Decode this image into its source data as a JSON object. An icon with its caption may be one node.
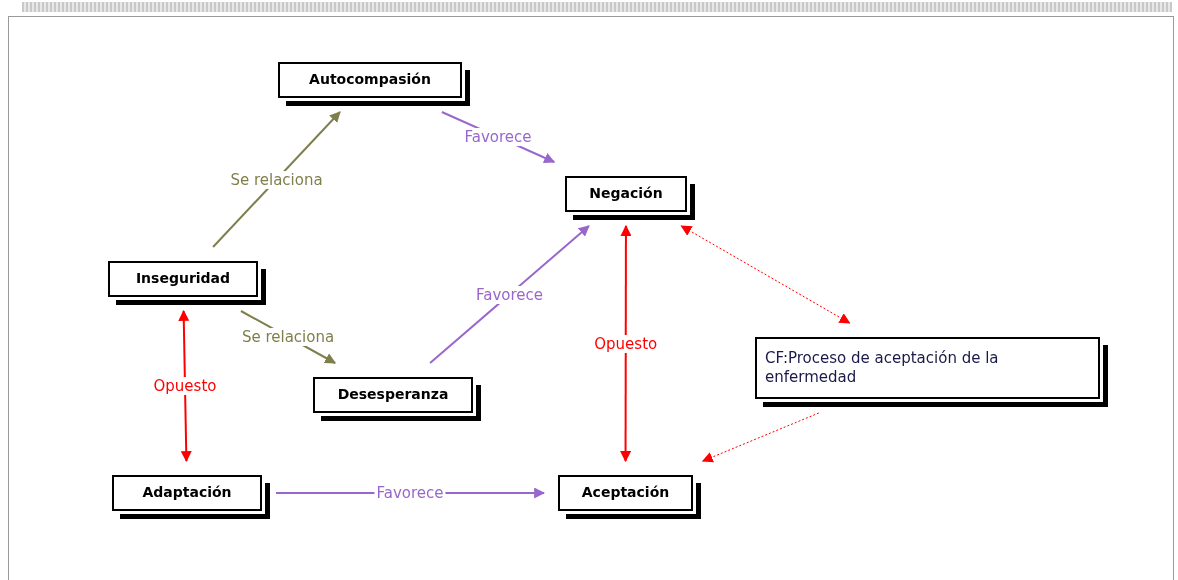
{
  "diagram": {
    "nodes": [
      {
        "text": [
          "Autocompasión"
        ]
      },
      {
        "text": [
          "Negación"
        ]
      },
      {
        "text": [
          "Inseguridad"
        ]
      },
      {
        "text": [
          "Desesperanza"
        ]
      },
      {
        "text": [
          "CF:Proceso de aceptación de la enfermedad"
        ]
      },
      {
        "text": [
          "Adaptación"
        ]
      },
      {
        "text": [
          "Aceptación"
        ]
      }
    ],
    "edges": [
      {
        "from": 2,
        "to": 0,
        "arrow": "to",
        "label": "Se relaciona",
        "color": "#7f7f4c"
      },
      {
        "from": 0,
        "to": 1,
        "arrow": "to",
        "label": "Favorece",
        "color": "#9966cc"
      },
      {
        "from": 2,
        "to": 3,
        "arrow": "to",
        "label": "Se relaciona",
        "color": "#7f7f4c"
      },
      {
        "from": 3,
        "to": 1,
        "arrow": "to",
        "label": "Favorece",
        "color": "#9966cc"
      },
      {
        "from": 2,
        "to": 5,
        "arrow": "both",
        "label": "Opuesto",
        "color": "#ff0000"
      },
      {
        "from": 1,
        "to": 6,
        "arrow": "both",
        "label": "Opuesto",
        "color": "#ff0000"
      },
      {
        "from": 1,
        "to": 4,
        "arrow": "both",
        "style": "dashed",
        "color": "#ff0000"
      },
      {
        "from": 4,
        "to": 6,
        "arrow": "to",
        "style": "dashed",
        "color": "#ff0000"
      },
      {
        "from": 5,
        "to": 6,
        "arrow": "to",
        "label": "Favorece",
        "color": "#9966cc"
      }
    ]
  }
}
